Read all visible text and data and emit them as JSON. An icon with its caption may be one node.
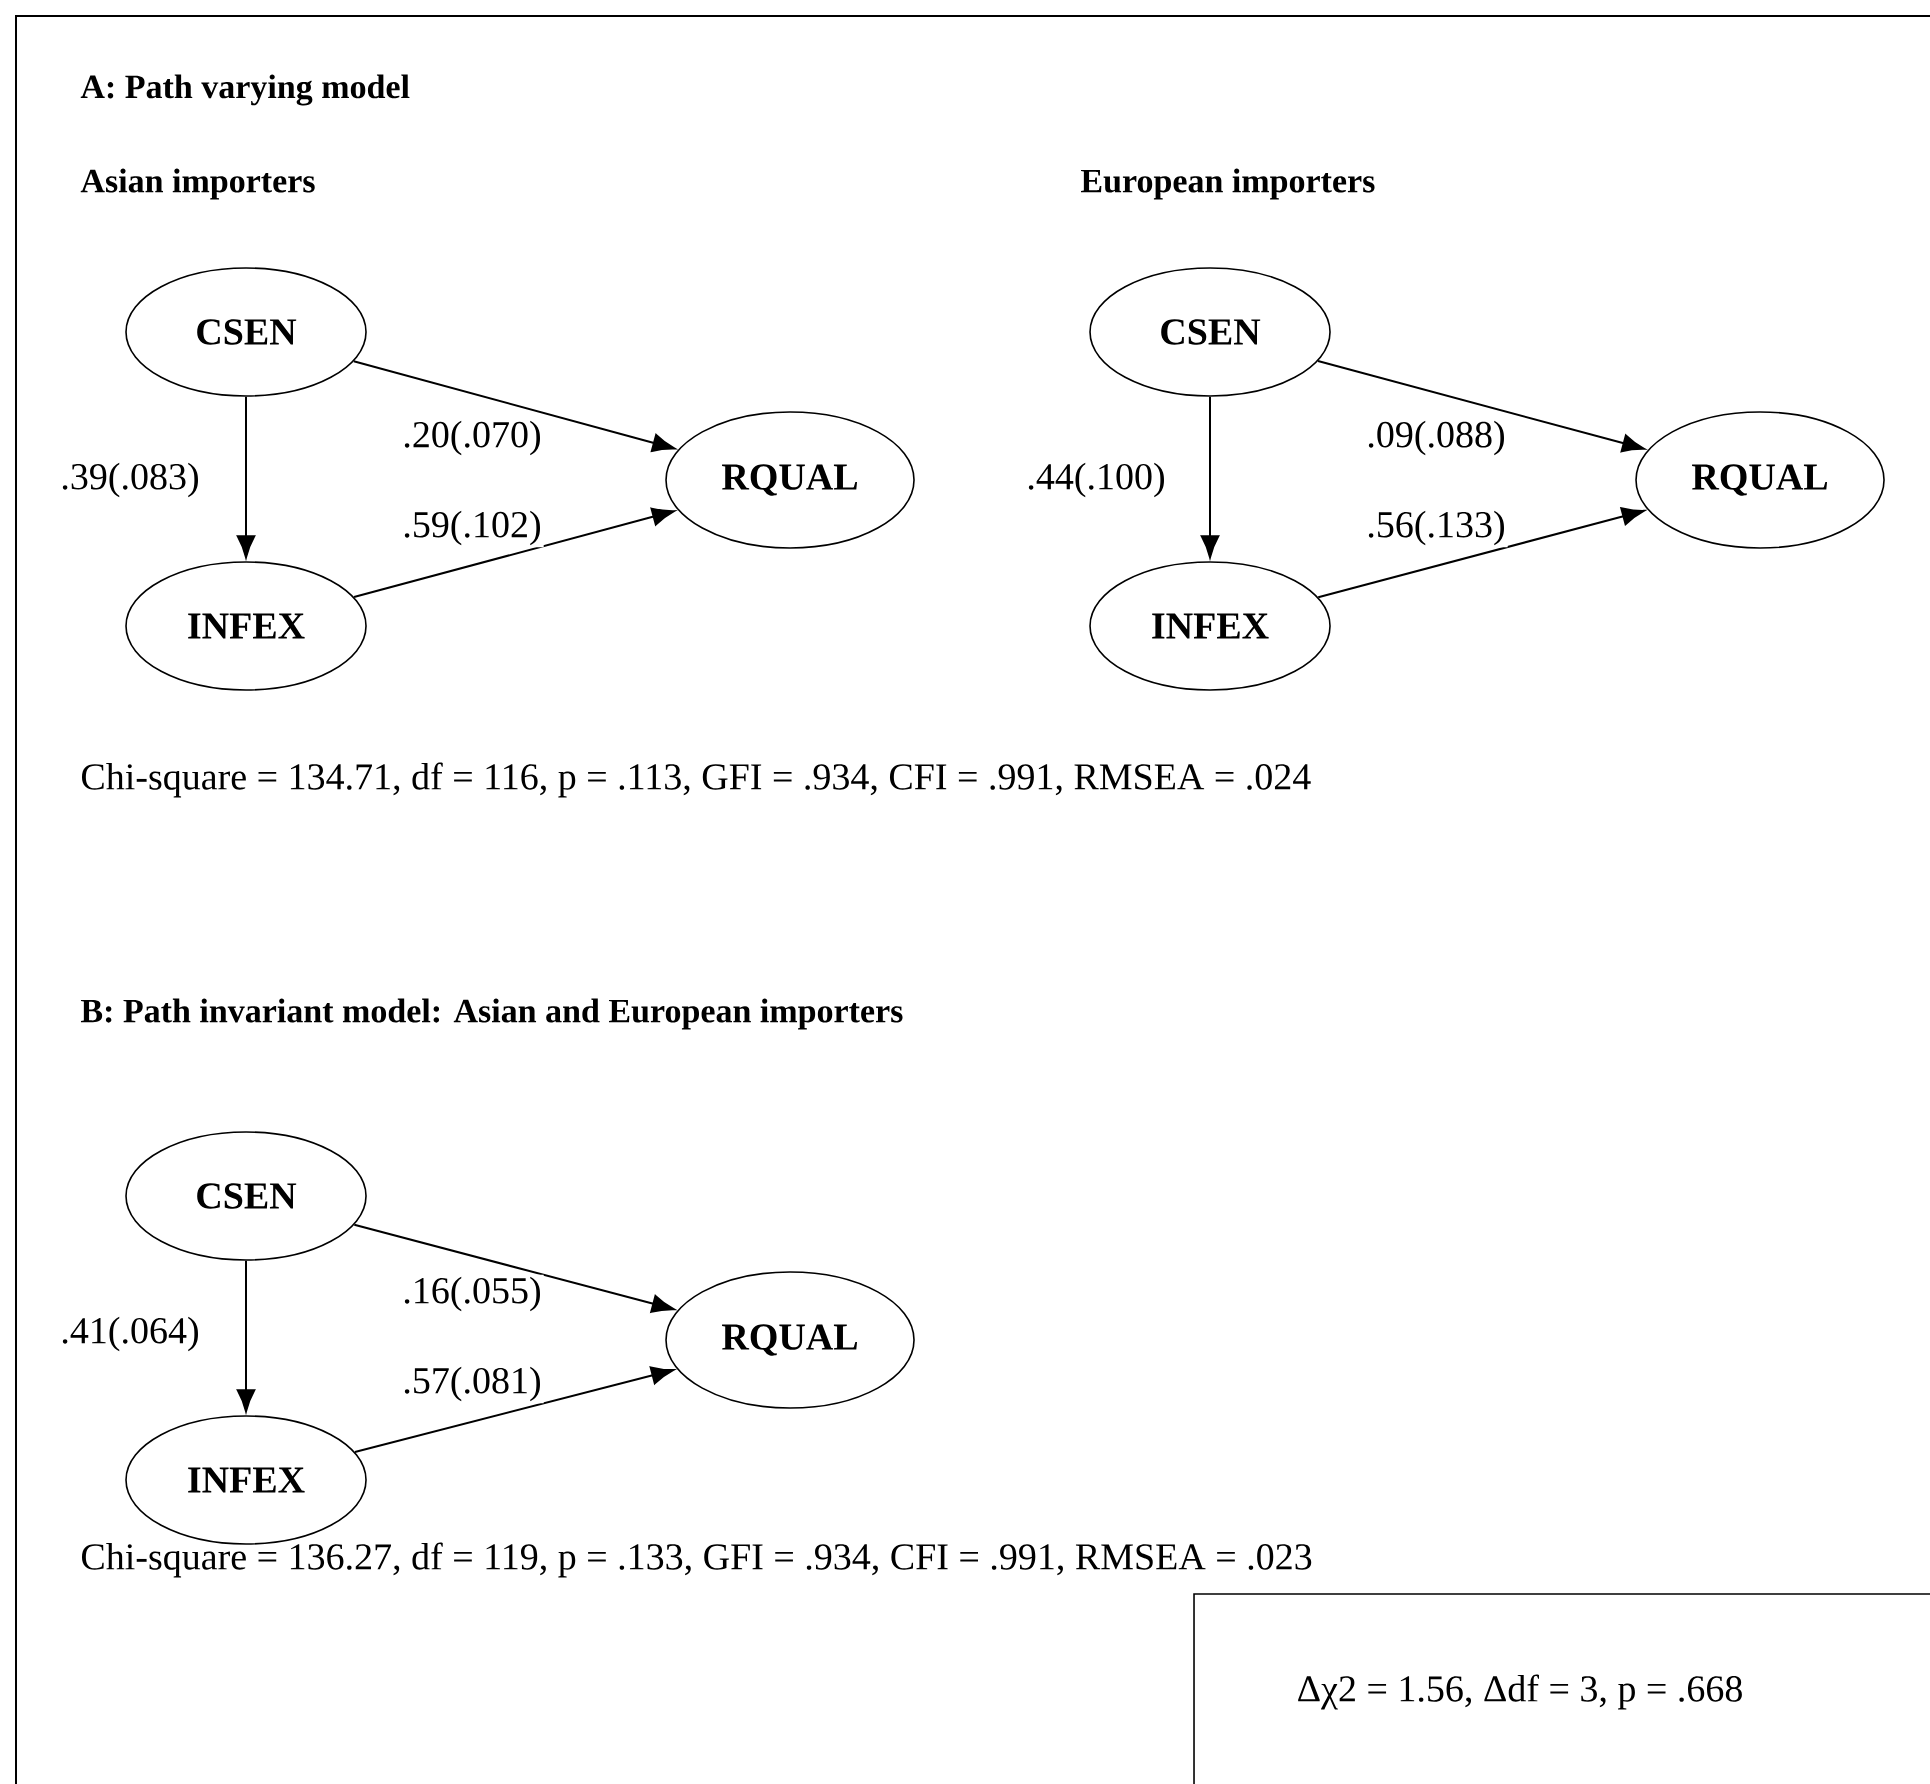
{
  "diagram": {
    "nodes": [
      {
        "text": [
          "CSEN"
        ]
      },
      {
        "text": [
          "INFEX"
        ]
      },
      {
        "text": [
          "RQUAL"
        ]
      },
      {
        "text": [
          "CSEN"
        ]
      },
      {
        "text": [
          "INFEX"
        ]
      },
      {
        "text": [
          "RQUAL"
        ]
      },
      {
        "text": [
          "CSEN"
        ]
      },
      {
        "text": [
          "INFEX"
        ]
      },
      {
        "text": [
          "RQUAL"
        ]
      },
      {
        "text": [
          "Δχ2 = 1.56, Δdf = 3, p = .668"
        ]
      }
    ],
    "edges": [
      {
        "from": 0,
        "to": 1,
        "arrow": "to",
        "label": ".39(.083)"
      },
      {
        "from": 0,
        "to": 2,
        "arrow": "to",
        "label": ".20(.070)"
      },
      {
        "from": 1,
        "to": 2,
        "arrow": "to",
        "label": ".59(.102)"
      },
      {
        "from": 3,
        "to": 4,
        "arrow": "to",
        "label": ".44(.100)"
      },
      {
        "from": 3,
        "to": 5,
        "arrow": "to",
        "label": ".09(.088)"
      },
      {
        "from": 4,
        "to": 5,
        "arrow": "to",
        "label": ".56(.133)"
      },
      {
        "from": 6,
        "to": 7,
        "arrow": "to",
        "label": ".41(.064)"
      },
      {
        "from": 6,
        "to": 8,
        "arrow": "to",
        "label": ".16(.055)"
      },
      {
        "from": 7,
        "to": 8,
        "arrow": "to",
        "label": ".57(.081)"
      }
    ],
    "labels": [
      "A: Path varying model",
      "Asian importers",
      "European importers",
      "Chi-square = 134.71, df = 116, p = .113, GFI = .934, CFI = .991, RMSEA = .024",
      "B: Path invariant model: Asian and European importers",
      "Chi-square = 136.27, df = 119, p = .133, GFI = .934, CFI = .991, RMSEA = .023"
    ]
  }
}
